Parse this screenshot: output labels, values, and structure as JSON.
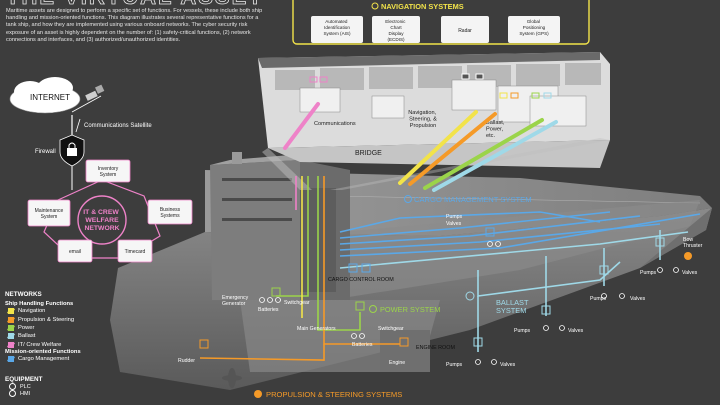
{
  "header": {
    "title": "THE VIRTUAL ASSET",
    "intro": "Maritime assets are designed to perform a specific set of functions. For vessels, these include both ship handling and mission-oriented functions. This diagram illustrates several representative functions for a tank ship, and how they are implemented using various onboard networks. The cyber security risk exposure of an asset is highly dependent on the number of: (1) safety-critical functions, (2) network connections and interfaces, and (3) authorized/unauthorized identities."
  },
  "nav_systems": {
    "title": "NAVIGATION SYSTEMS",
    "items": [
      "Automated Identification System (AIS)",
      "Electronic Chart Display (ECDIS)",
      "Radar",
      "Global Positioning System (GPS)"
    ]
  },
  "bridge": {
    "label": "BRIDGE",
    "communications": "Communications",
    "navigation": "Navigation, Steering, & Propulsion",
    "ballast": "Ballast, Power, etc."
  },
  "internet": {
    "label": "INTERNET",
    "satellite": "Communications Satellite",
    "firewall": "Firewall"
  },
  "it_network": {
    "title": "IT & CREW WELFARE NETWORK",
    "nodes": [
      "Inventory System",
      "Business Systems",
      "Timecard",
      "email",
      "Maintenance System"
    ]
  },
  "cargo": {
    "title": "CARGO MANAGEMENT SYSTEM",
    "pumps": "Pumps",
    "valves": "Valves",
    "control_room": "CARGO CONTROL ROOM"
  },
  "power": {
    "title": "POWER SYSTEM",
    "emergency_generator": "Emergency Generator",
    "batteries": "Batteries",
    "switchgear": "Switchgear",
    "main_generators": "Main Generators",
    "engine_room": "ENGINE ROOM",
    "engine": "Engine"
  },
  "ballast": {
    "title": "BALLAST SYSTEM",
    "pumps": "Pumps",
    "valves": "Valves",
    "bow_thruster": "Bow Thruster"
  },
  "propulsion": {
    "title": "PROPULSION & STEERING SYSTEMS",
    "rudder": "Rudder"
  },
  "legend": {
    "networks": "NETWORKS",
    "ship_handling": "Ship Handling Functions",
    "mission_oriented": "Mission-oriented Functions",
    "items": [
      {
        "label": "Navigation",
        "color": "#f2e34a"
      },
      {
        "label": "Propulsion & Steering",
        "color": "#f59a28"
      },
      {
        "label": "Power",
        "color": "#9bd44a"
      },
      {
        "label": "Ballast",
        "color": "#9fd9e8"
      },
      {
        "label": "IT/ Crew Welfare",
        "color": "#ee82c8"
      },
      {
        "label": "Cargo Management",
        "color": "#5aa8e8"
      }
    ]
  },
  "equipment": {
    "title": "EQUIPMENT",
    "items": [
      "PLC",
      "HMI"
    ]
  },
  "colors": {
    "navigation": "#f2e34a",
    "propulsion": "#f59a28",
    "power": "#9bd44a",
    "ballast": "#9fd9e8",
    "it": "#ee82c8",
    "cargo": "#5aa8e8"
  }
}
